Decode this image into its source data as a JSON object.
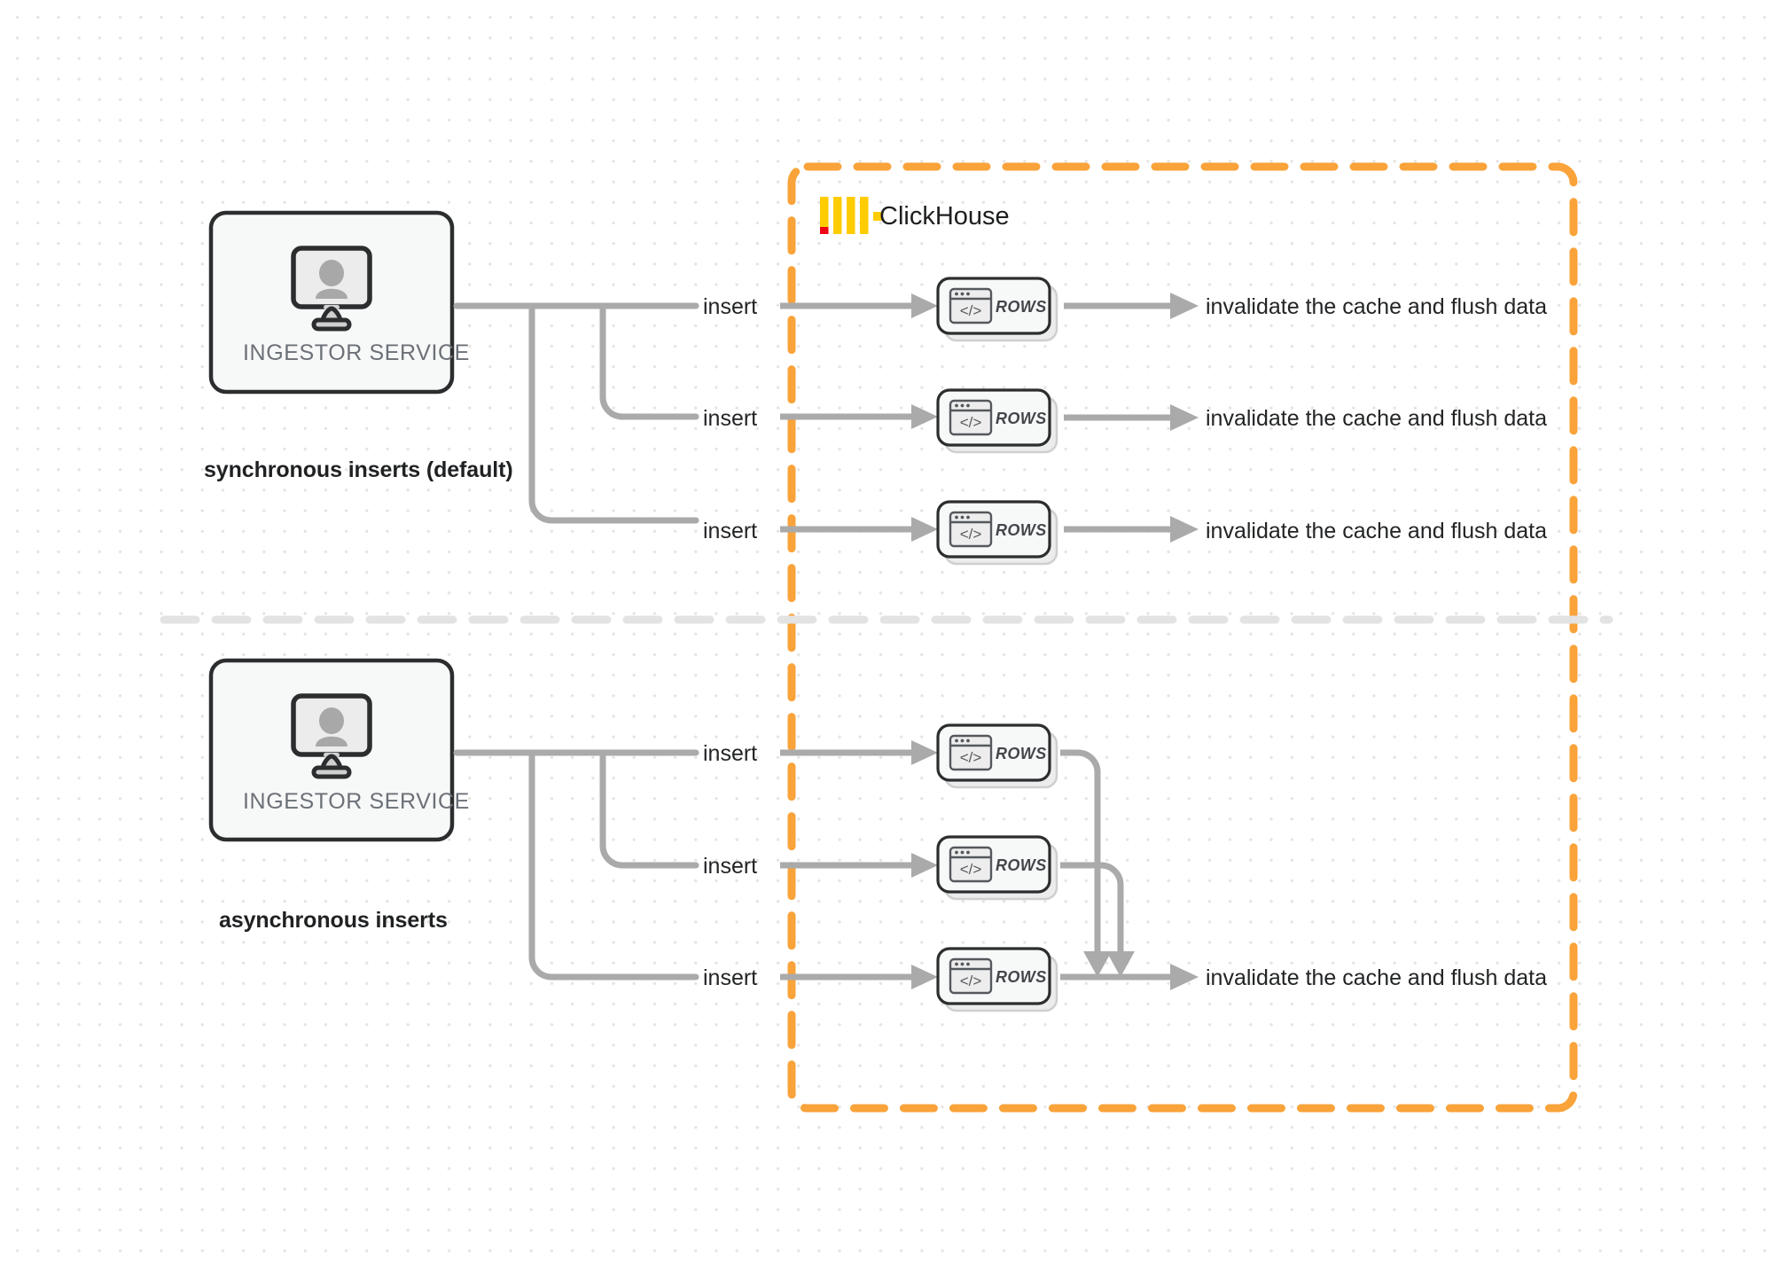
{
  "diagram": {
    "title": "ClickHouse synchronous vs asynchronous inserts",
    "background": "#ffffff",
    "dot_grid_color": "#e6e4e2"
  },
  "colors": {
    "clickhouse_orange": "#f9a33a",
    "clickhouse_logo_yellow": "#ffcc00",
    "clickhouse_logo_accent_red": "#ef0013",
    "connector_gray": "#aaaaaa",
    "node_border": "#2b2d2f",
    "node_fill": "#f7f8f8",
    "divider_gray": "#e3e3e3",
    "text_dark": "#222426",
    "text_muted": "#6b7177"
  },
  "clickhouse_boundary": {
    "label": "ClickHouse",
    "logo_icon": "clickhouse-logo-icon",
    "border_style": "dashed",
    "border_color": "#f9a33a"
  },
  "sections": [
    {
      "id": "synchronous",
      "label": "synchronous inserts (default)",
      "service": {
        "title": "INGESTOR SERVICE",
        "icon": "monitor-user-icon"
      },
      "flows": [
        {
          "edge_label": "insert",
          "node_label": "ROWS",
          "node_icon": "code-window-icon",
          "sink_label": "invalidate the cache and flush data"
        },
        {
          "edge_label": "insert",
          "node_label": "ROWS",
          "node_icon": "code-window-icon",
          "sink_label": "invalidate the cache and flush data"
        },
        {
          "edge_label": "insert",
          "node_label": "ROWS",
          "node_icon": "code-window-icon",
          "sink_label": "invalidate the cache and flush data"
        }
      ]
    },
    {
      "id": "asynchronous",
      "label": "asynchronous inserts",
      "service": {
        "title": "INGESTOR SERVICE",
        "icon": "monitor-user-icon"
      },
      "flows": [
        {
          "edge_label": "insert",
          "node_label": "ROWS",
          "node_icon": "code-window-icon",
          "sink_label": ""
        },
        {
          "edge_label": "insert",
          "node_label": "ROWS",
          "node_icon": "code-window-icon",
          "sink_label": ""
        },
        {
          "edge_label": "insert",
          "node_label": "ROWS",
          "node_icon": "code-window-icon",
          "sink_label": "invalidate the cache and flush data"
        }
      ],
      "merged_sink_label": "invalidate the cache and flush data"
    }
  ]
}
